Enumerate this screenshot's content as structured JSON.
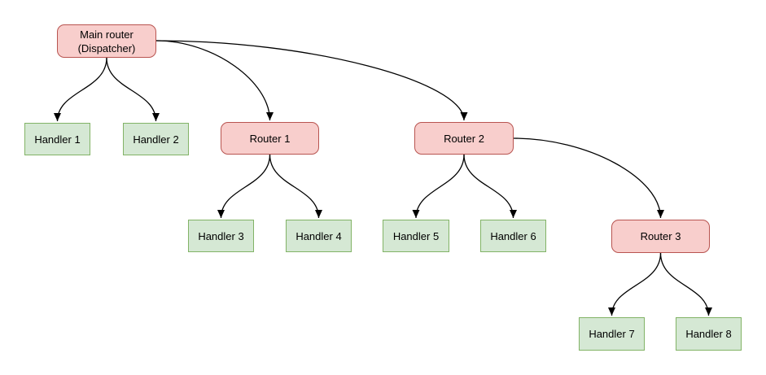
{
  "diagram": {
    "type": "tree",
    "description_visible_only": "router dispatch tree diagram",
    "nodes": {
      "main_router": {
        "label": "Main router\n(Dispatcher)",
        "kind": "router"
      },
      "handler1": {
        "label": "Handler 1",
        "kind": "handler"
      },
      "handler2": {
        "label": "Handler 2",
        "kind": "handler"
      },
      "router1": {
        "label": "Router 1",
        "kind": "router"
      },
      "router2": {
        "label": "Router 2",
        "kind": "router"
      },
      "handler3": {
        "label": "Handler 3",
        "kind": "handler"
      },
      "handler4": {
        "label": "Handler 4",
        "kind": "handler"
      },
      "handler5": {
        "label": "Handler 5",
        "kind": "handler"
      },
      "handler6": {
        "label": "Handler 6",
        "kind": "handler"
      },
      "router3": {
        "label": "Router 3",
        "kind": "router"
      },
      "handler7": {
        "label": "Handler 7",
        "kind": "handler"
      },
      "handler8": {
        "label": "Handler 8",
        "kind": "handler"
      }
    },
    "edges": [
      {
        "from": "main_router",
        "to": "handler1"
      },
      {
        "from": "main_router",
        "to": "handler2"
      },
      {
        "from": "main_router",
        "to": "router1"
      },
      {
        "from": "main_router",
        "to": "router2"
      },
      {
        "from": "router1",
        "to": "handler3"
      },
      {
        "from": "router1",
        "to": "handler4"
      },
      {
        "from": "router2",
        "to": "handler5"
      },
      {
        "from": "router2",
        "to": "handler6"
      },
      {
        "from": "router2",
        "to": "router3"
      },
      {
        "from": "router3",
        "to": "handler7"
      },
      {
        "from": "router3",
        "to": "handler8"
      }
    ],
    "colors": {
      "router_fill": "#f8cecc",
      "router_stroke": "#b85450",
      "handler_fill": "#d5e8d4",
      "handler_stroke": "#82b366",
      "edge_stroke": "#000000",
      "background": "#ffffff"
    }
  }
}
